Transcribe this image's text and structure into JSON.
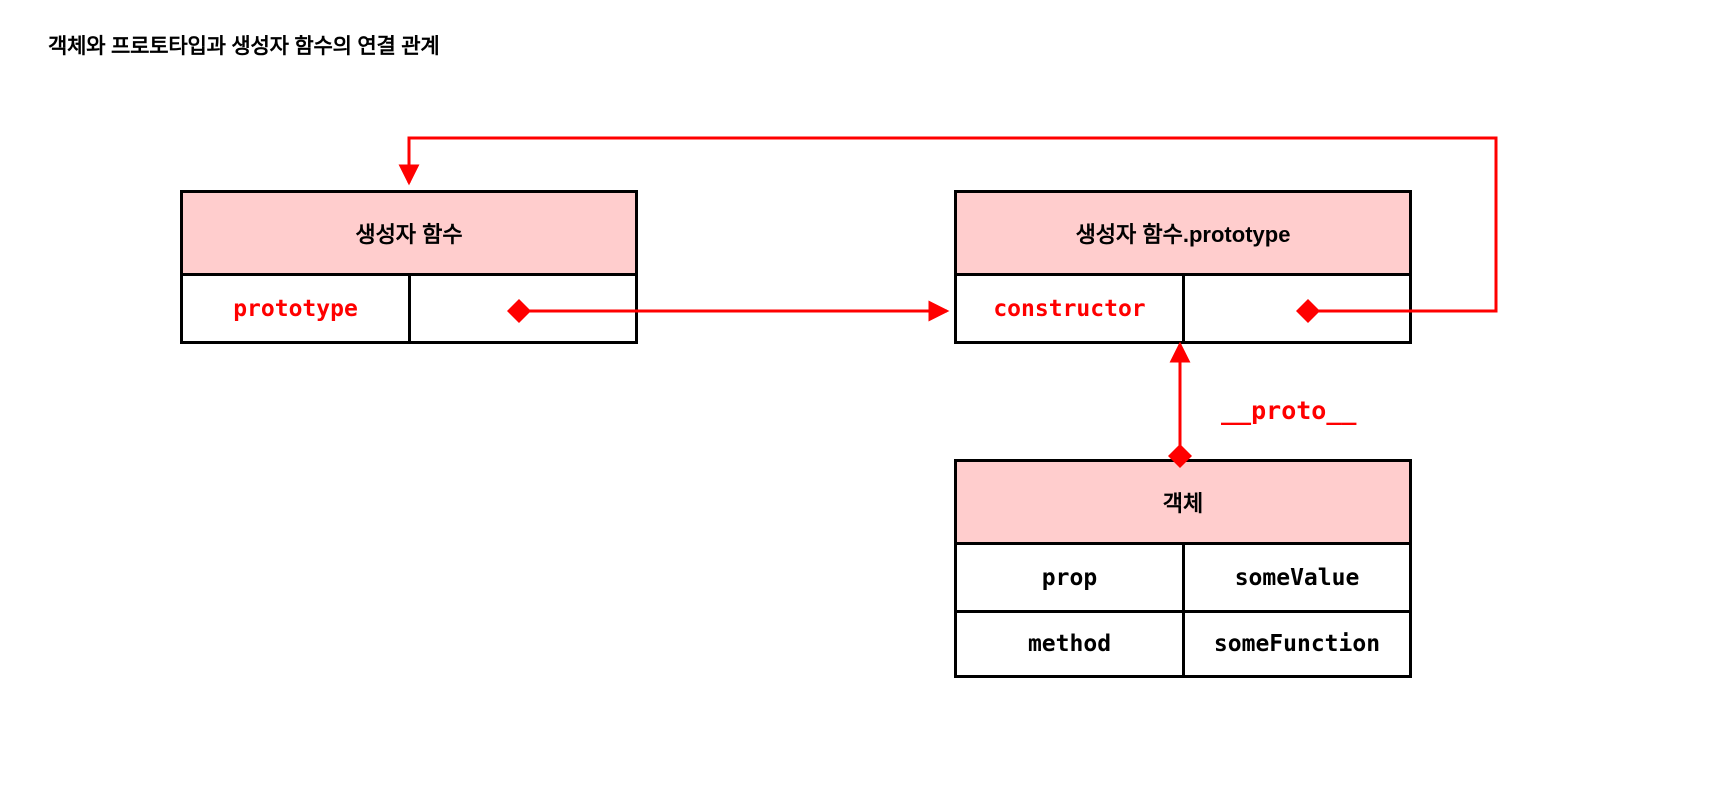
{
  "page": {
    "title": "객체와 프로토타입과 생성자 함수의 연결 관계",
    "background_color": "#ffffff"
  },
  "colors": {
    "box_header_fill": "#ffcdcd",
    "box_border": "#000000",
    "arrow": "#ff0000",
    "key_text_red": "#ff0000",
    "text": "#000000"
  },
  "diagram": {
    "type": "entity-relationship",
    "boxes": [
      {
        "id": "constructor-function",
        "header": "생성자 함수",
        "rows": [
          {
            "key": "prototype",
            "key_color": "#ff0000",
            "value": ""
          }
        ]
      },
      {
        "id": "constructor-function-prototype",
        "header": "생성자 함수.prototype",
        "rows": [
          {
            "key": "constructor",
            "key_color": "#ff0000",
            "value": ""
          }
        ]
      },
      {
        "id": "object",
        "header": "객체",
        "rows": [
          {
            "key": "prop",
            "key_color": "#000000",
            "value": "someValue"
          },
          {
            "key": "method",
            "key_color": "#000000",
            "value": "someFunction"
          }
        ]
      }
    ],
    "connectors": [
      {
        "id": "prototype-to-prototype-object",
        "from": "constructor-function.prototype",
        "to": "constructor-function-prototype",
        "label": "",
        "start_marker": "diamond",
        "end_marker": "arrow"
      },
      {
        "id": "constructor-to-constructor-function",
        "from": "constructor-function-prototype.constructor",
        "to": "constructor-function",
        "label": "",
        "start_marker": "diamond",
        "end_marker": "arrow"
      },
      {
        "id": "object-proto-to-prototype",
        "from": "object",
        "to": "constructor-function-prototype",
        "label": "__proto__",
        "start_marker": "diamond",
        "end_marker": "arrow"
      }
    ]
  }
}
